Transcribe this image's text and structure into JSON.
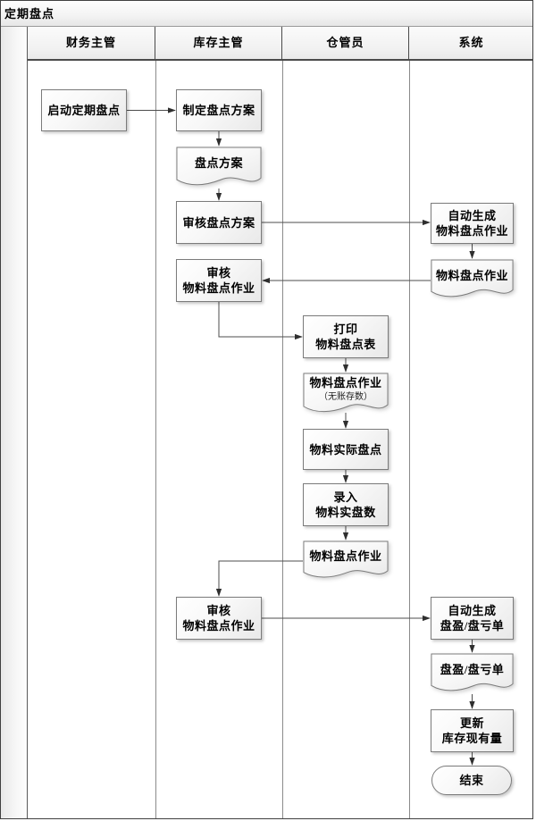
{
  "title": "定期盘点",
  "lanes": [
    {
      "label": "财务主管"
    },
    {
      "label": "库存主管"
    },
    {
      "label": "仓管员"
    },
    {
      "label": "系统"
    }
  ],
  "nodes": [
    {
      "id": "start-periodic-count",
      "type": "process",
      "lane": "财务主管",
      "lines": [
        "启动定期盘点"
      ]
    },
    {
      "id": "make-count-plan",
      "type": "process",
      "lane": "库存主管",
      "lines": [
        "制定盘点方案"
      ]
    },
    {
      "id": "count-plan-doc",
      "type": "document",
      "lane": "库存主管",
      "lines": [
        "盘点方案"
      ]
    },
    {
      "id": "review-count-plan",
      "type": "process",
      "lane": "库存主管",
      "lines": [
        "审核盘点方案"
      ]
    },
    {
      "id": "auto-generate-count-job",
      "type": "process",
      "lane": "系统",
      "lines": [
        "自动生成",
        "物料盘点作业"
      ]
    },
    {
      "id": "count-job-doc-system",
      "type": "document",
      "lane": "系统",
      "lines": [
        "物料盘点作业"
      ]
    },
    {
      "id": "review-count-job-1",
      "type": "process",
      "lane": "库存主管",
      "lines": [
        "审核",
        "物料盘点作业"
      ]
    },
    {
      "id": "print-count-sheet",
      "type": "process",
      "lane": "仓管员",
      "lines": [
        "打印",
        "物料盘点表"
      ]
    },
    {
      "id": "count-job-doc-no-book",
      "type": "document",
      "lane": "仓管员",
      "lines": [
        "物料盘点作业"
      ],
      "sub": "（无账存数）"
    },
    {
      "id": "physical-count",
      "type": "process",
      "lane": "仓管员",
      "lines": [
        "物料实际盘点"
      ]
    },
    {
      "id": "enter-actual-count",
      "type": "process",
      "lane": "仓管员",
      "lines": [
        "录入",
        "物料实盘数"
      ]
    },
    {
      "id": "count-job-doc-warehouse",
      "type": "document",
      "lane": "仓管员",
      "lines": [
        "物料盘点作业"
      ]
    },
    {
      "id": "review-count-job-2",
      "type": "process",
      "lane": "库存主管",
      "lines": [
        "审核",
        "物料盘点作业"
      ]
    },
    {
      "id": "auto-generate-adjustment",
      "type": "process",
      "lane": "系统",
      "lines": [
        "自动生成",
        "盘盈/盘亏单"
      ]
    },
    {
      "id": "adjustment-doc",
      "type": "document",
      "lane": "系统",
      "lines": [
        "盘盈/盘亏单"
      ]
    },
    {
      "id": "update-on-hand-qty",
      "type": "process",
      "lane": "系统",
      "lines": [
        "更新",
        "库存现有量"
      ]
    },
    {
      "id": "end",
      "type": "terminator",
      "lane": "系统",
      "lines": [
        "结束"
      ]
    }
  ],
  "colors": {
    "connector": "#4d4d4d",
    "shape_border": "#7b7b7b",
    "grid_border": "#4a4a4a",
    "text": "#000000"
  }
}
